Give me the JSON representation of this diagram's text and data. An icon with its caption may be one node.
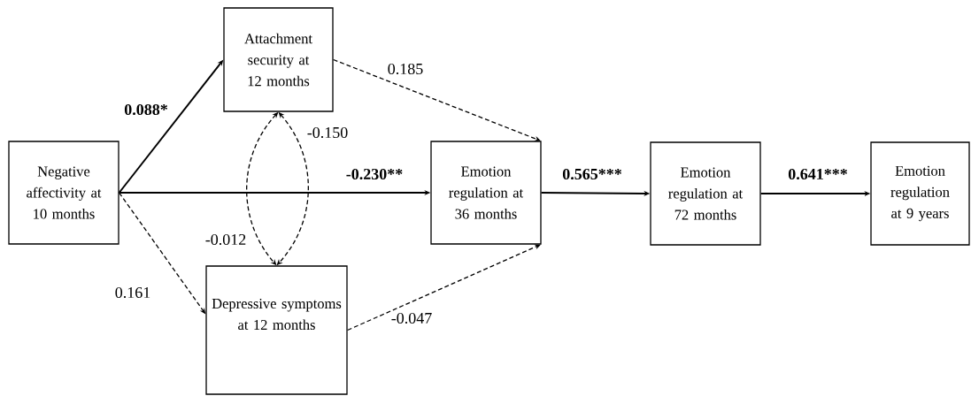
{
  "diagram": {
    "nodes": [
      {
        "text": [
          "Negative affectivity at 10 months"
        ]
      },
      {
        "text": [
          "Attachment security at 12 months"
        ]
      },
      {
        "text": [
          "Emotion regulation at 36 months"
        ]
      },
      {
        "text": [
          "Emotion regulation at 72 months"
        ]
      },
      {
        "text": [
          "Emotion regulation at 9 years"
        ]
      },
      {
        "text": [
          "Depressive symptoms at 12 months"
        ]
      }
    ],
    "edges": [
      {
        "from": 0,
        "to": 1,
        "arrow": "to",
        "label": "0.088*"
      },
      {
        "from": 0,
        "to": 2,
        "arrow": "to",
        "label": "-0.230**"
      },
      {
        "from": 0,
        "to": 5,
        "arrow": "to",
        "label": "0.161",
        "style": "dashed"
      },
      {
        "from": 1,
        "to": 2,
        "arrow": "to",
        "label": "0.185",
        "style": "dashed"
      },
      {
        "from": 1,
        "to": 5,
        "arrow": "both",
        "label": "-0.150",
        "style": "dashed"
      },
      {
        "from": 1,
        "to": 5,
        "arrow": "both",
        "label": "-0.012",
        "style": "dashed"
      },
      {
        "from": 5,
        "to": 2,
        "arrow": "to",
        "label": "-0.047",
        "style": "dashed"
      },
      {
        "from": 2,
        "to": 3,
        "arrow": "to",
        "label": "0.565***"
      },
      {
        "from": 3,
        "to": 4,
        "arrow": "to",
        "label": "0.641***"
      }
    ]
  }
}
